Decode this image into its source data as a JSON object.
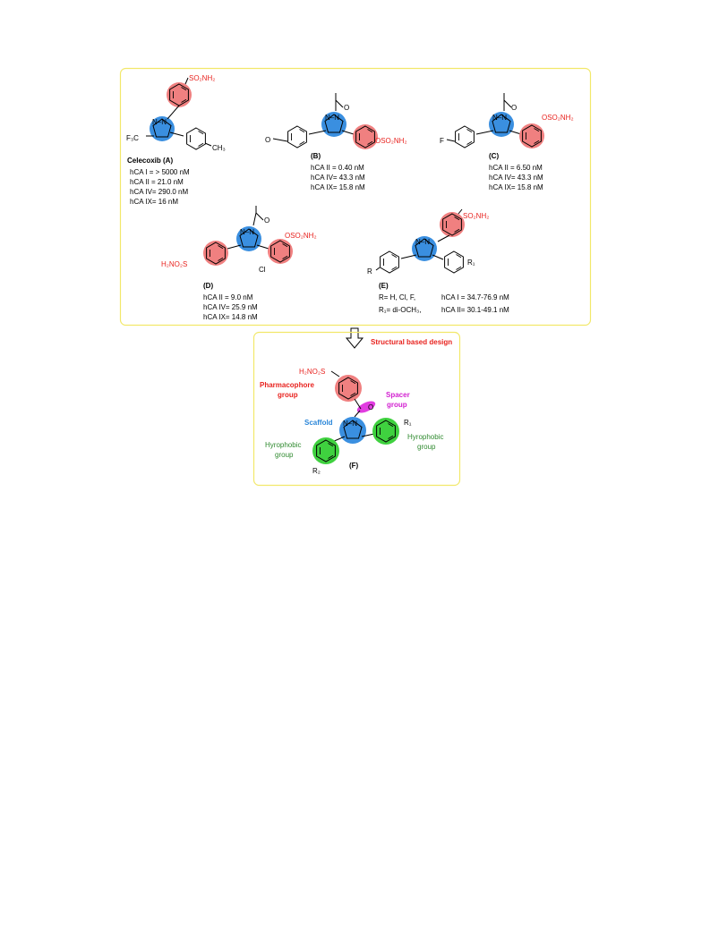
{
  "compounds": {
    "A": {
      "title": "Celecoxib (A)",
      "sub_sulfonamide": "SO₂NH₂",
      "sub_cf3": "F₃C",
      "sub_ch3": "CH₃",
      "ring_n": "N–N",
      "data": [
        "hCA I = > 5000 nM",
        "hCA II = 21.0 nM",
        "hCA IV= 290.0 nM",
        "hCA IX= 16 nM"
      ]
    },
    "B": {
      "title": "(B)",
      "sub_methoxy": "O",
      "sub_carbonyl": "O",
      "sub_sulfamate": "OSO₂NH₂",
      "ring_n": "N–N",
      "data": [
        "hCA II = 0.40 nM",
        "hCA IV= 43.3 nM",
        "hCA IX= 15.8 nM"
      ]
    },
    "C": {
      "title": "(C)",
      "sub_f": "F",
      "sub_carbonyl": "O",
      "sub_sulfamate": "OSO₂NH₂",
      "ring_n": "N–N",
      "data": [
        "hCA II = 6.50 nM",
        "hCA IV= 43.3 nM",
        "hCA IX= 15.8 nM"
      ]
    },
    "D": {
      "title": "(D)",
      "sub_carbonyl": "O",
      "sub_sulfamate": "OSO₂NH₂",
      "sub_left": "H₂NO₂S",
      "sub_cl": "Cl",
      "ring_n": "N–N",
      "data": [
        "hCA II = 9.0 nM",
        "hCA IV= 25.9 nM",
        "hCA IX= 14.8 nM"
      ]
    },
    "E": {
      "title": "(E)",
      "sub_sulfonamide": "SO₂NH₂",
      "sub_r": "R",
      "sub_r1": "R₁",
      "ring_n": "N–N",
      "data_left": [
        "R= H, Cl, F,",
        "R₁= di-OCH₃,"
      ],
      "data_right": [
        "hCA I = 34.7-76.9 nM",
        "hCA II= 30.1-49.1 nM"
      ]
    }
  },
  "arrow_label": "Structural based design",
  "design": {
    "title": "(F)",
    "sulfonamide": "H₂NO₂S",
    "pharmacophore_label": [
      "Pharmacophore",
      "group"
    ],
    "spacer_label": [
      "Spacer",
      "group"
    ],
    "scaffold_label": "Scaffold",
    "hydrophobic_left": [
      "Hyrophobic",
      "group"
    ],
    "hydrophobic_right": [
      "Hyrophobic",
      "group"
    ],
    "r1": "R₁",
    "r2": "R₂",
    "carbonyl": "O",
    "ring_n": "N–N"
  },
  "colors": {
    "pharmacophore": "#f08080",
    "scaffold": "#3a8fe0",
    "hydrophobic": "#3fd13f",
    "spacer": "#e13ce0",
    "frame": "#f2e86a",
    "red_text": "#e8231f",
    "blue_text": "#2a86d8",
    "green_text": "#2f8a2f",
    "magenta_text": "#d21fd0"
  }
}
